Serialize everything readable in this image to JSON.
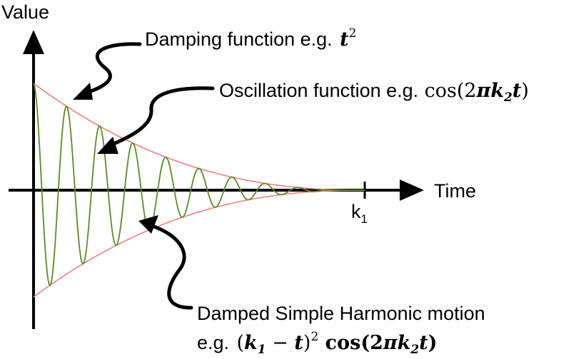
{
  "axes": {
    "y_label": "Value",
    "x_label": "Time",
    "tick_label": "k",
    "tick_label_sub": "1"
  },
  "annotations": {
    "damping": {
      "text": "Damping function e.g.",
      "math_var": "t",
      "math_exp": "2"
    },
    "oscillation": {
      "text": "Oscillation function e.g.",
      "math_func": "cos(2",
      "math_pi": "π",
      "math_k": "k",
      "math_k_sub": "2",
      "math_t": "t",
      "math_close": ")"
    },
    "damped": {
      "line1": "Damped Simple Harmonic motion",
      "line2_prefix": "e.g.",
      "open": "(",
      "k": "k",
      "k_sub": "1",
      "minus": " − ",
      "t": "t",
      "close": ")",
      "exp": "2",
      "cos": " cos(2",
      "pi": "π",
      "k2": "k",
      "k2_sub": "2",
      "t2": "t",
      "close2": ")"
    }
  },
  "colors": {
    "envelope": "#f08080",
    "wave": "#5a8a2e",
    "axis": "#000000"
  }
}
